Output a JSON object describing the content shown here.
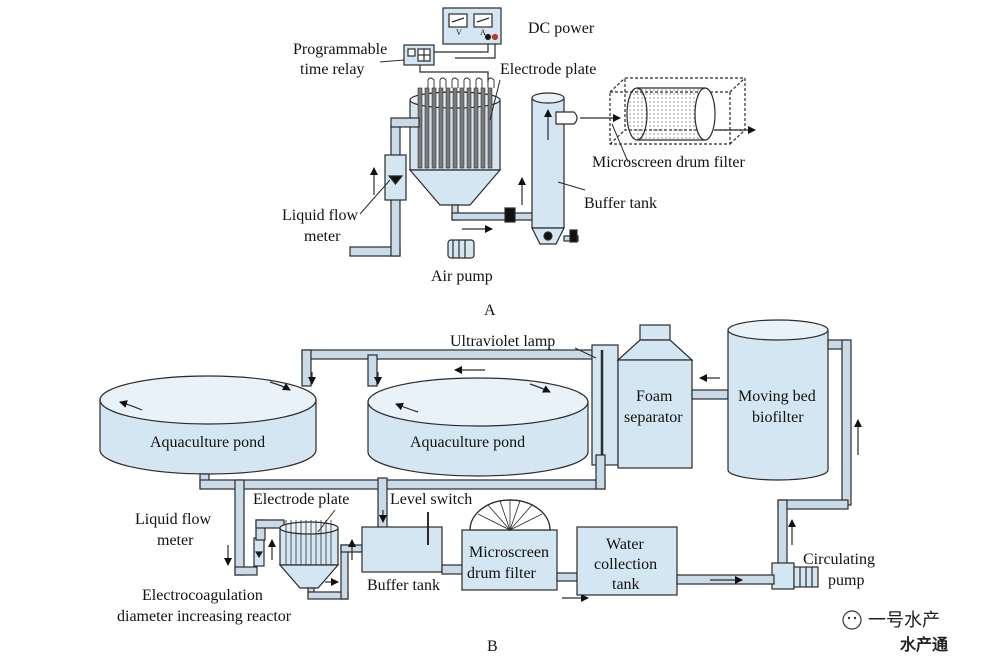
{
  "panel_a": {
    "caption": "A",
    "dc_power": "DC power",
    "meter_v": "V",
    "meter_a": "A",
    "time_relay": [
      "Programmable",
      "time relay"
    ],
    "electrode_plate": "Electrode plate",
    "drum_filter": "Microscreen drum filter",
    "buffer_tank": "Buffer tank",
    "flow_meter": [
      "Liquid flow",
      "meter"
    ],
    "air_pump": "Air pump"
  },
  "panel_b": {
    "caption": "B",
    "uv_lamp": "Ultraviolet lamp",
    "pond_1": "Aquaculture pond",
    "pond_2": "Aquaculture pond",
    "foam_separator": [
      "Foam",
      "separator"
    ],
    "biofilter": [
      "Moving bed",
      "biofilter"
    ],
    "electrode_plate": "Electrode plate",
    "level_switch": "Level switch",
    "flow_meter": [
      "Liquid flow",
      "meter"
    ],
    "reactor": [
      "Electrocoagulation",
      "diameter increasing reactor"
    ],
    "buffer_tank": "Buffer tank",
    "drum_filter": [
      "Microscreen",
      "drum filter"
    ],
    "collection_tank": [
      "Water",
      "collection",
      "tank"
    ],
    "circulating_pump": [
      "Circulating",
      "pump"
    ]
  },
  "watermark": {
    "line1": "一号水产",
    "line2": "水产通"
  },
  "colors": {
    "fill": "#d5e6f3",
    "stroke": "#2b2b2b",
    "pipe": "#c9dbe9"
  }
}
